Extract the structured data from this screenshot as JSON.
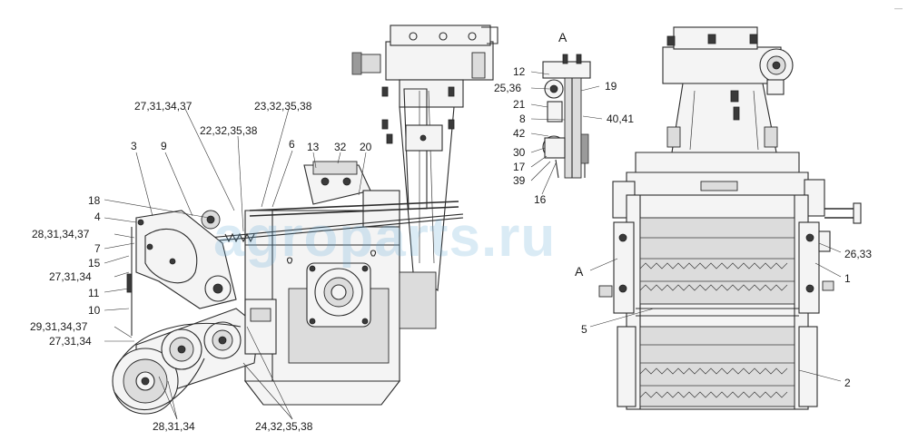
{
  "watermark": "agroparts.ru",
  "corner_mark": "—",
  "view_label": "A",
  "callouts_left": [
    {
      "id": "c1",
      "text": "27,31,34,37"
    },
    {
      "id": "c2",
      "text": "23,32,35,38"
    },
    {
      "id": "c3",
      "text": "22,32,35,38"
    },
    {
      "id": "c4",
      "text": "3"
    },
    {
      "id": "c5",
      "text": "9"
    },
    {
      "id": "c6",
      "text": "6"
    },
    {
      "id": "c7",
      "text": "13"
    },
    {
      "id": "c8",
      "text": "32"
    },
    {
      "id": "c9",
      "text": "20"
    },
    {
      "id": "c10",
      "text": "18"
    },
    {
      "id": "c11",
      "text": "4"
    },
    {
      "id": "c12",
      "text": "28,31,34,37"
    },
    {
      "id": "c13",
      "text": "7"
    },
    {
      "id": "c14",
      "text": "15"
    },
    {
      "id": "c15",
      "text": "27,31,34"
    },
    {
      "id": "c16",
      "text": "11"
    },
    {
      "id": "c17",
      "text": "10"
    },
    {
      "id": "c18",
      "text": "29,31,34,37"
    },
    {
      "id": "c19",
      "text": "27,31,34"
    },
    {
      "id": "c20",
      "text": "28,31,34"
    },
    {
      "id": "c21",
      "text": "24,32,35,38"
    }
  ],
  "callouts_detail": [
    {
      "id": "d1",
      "text": "12"
    },
    {
      "id": "d2",
      "text": "25,36"
    },
    {
      "id": "d3",
      "text": "19"
    },
    {
      "id": "d4",
      "text": "21"
    },
    {
      "id": "d5",
      "text": "8"
    },
    {
      "id": "d6",
      "text": "40,41"
    },
    {
      "id": "d7",
      "text": "42"
    },
    {
      "id": "d8",
      "text": "30"
    },
    {
      "id": "d9",
      "text": "17"
    },
    {
      "id": "d10",
      "text": "39"
    },
    {
      "id": "d11",
      "text": "16"
    }
  ],
  "callouts_right": [
    {
      "id": "r1",
      "text": "26,33"
    },
    {
      "id": "r2",
      "text": "1"
    },
    {
      "id": "r3",
      "text": "A"
    },
    {
      "id": "r4",
      "text": "5"
    },
    {
      "id": "r5",
      "text": "2"
    }
  ]
}
